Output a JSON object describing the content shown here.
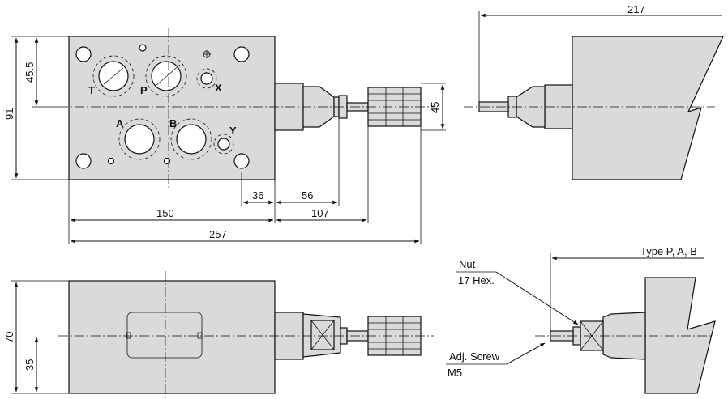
{
  "dimensions": {
    "d91": "91",
    "d45_5": "45.5",
    "d45": "45",
    "d36": "36",
    "d56": "56",
    "d150": "150",
    "d107": "107",
    "d257": "257",
    "d217": "217",
    "d70": "70",
    "d35": "35"
  },
  "ports": {
    "T": "T",
    "P": "P",
    "X": "X",
    "A": "A",
    "B": "B",
    "Y": "Y"
  },
  "callouts": {
    "type_label": "Type P, A, B",
    "nut_label": "Nut",
    "nut_size": "17 Hex.",
    "screw_label": "Adj. Screw",
    "screw_size": "M5"
  }
}
